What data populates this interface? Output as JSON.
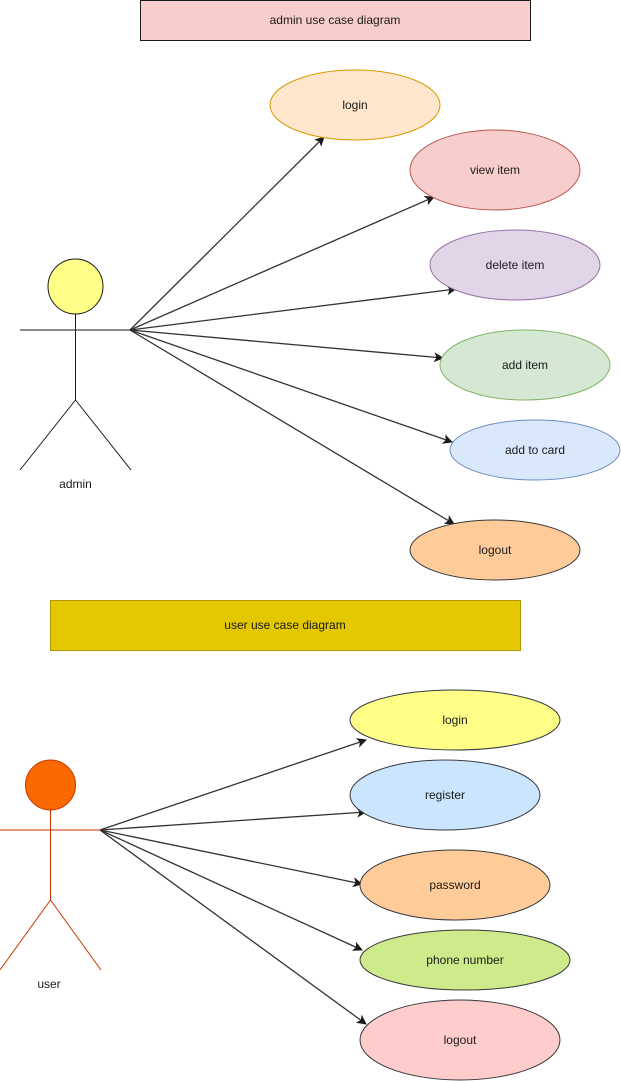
{
  "admin_section": {
    "title": "admin use case diagram",
    "title_fill": "#f8cecc",
    "actor": {
      "label": "admin",
      "head_fill": "#ffff88",
      "stroke": "#1a1a1a"
    },
    "use_cases": [
      {
        "label": "login",
        "fill": "#ffe6cc",
        "stroke": "#d79b00"
      },
      {
        "label": "view item",
        "fill": "#f8cecc",
        "stroke": "#b85450"
      },
      {
        "label": "delete item",
        "fill": "#e1d5e7",
        "stroke": "#9673a6"
      },
      {
        "label": "add item",
        "fill": "#d5e8d4",
        "stroke": "#82b366"
      },
      {
        "label": "add to card",
        "fill": "#dae8fc",
        "stroke": "#6c8ebf"
      },
      {
        "label": "logout",
        "fill": "#ffcc99",
        "stroke": "#36393d"
      }
    ]
  },
  "user_section": {
    "title": "user use case diagram",
    "title_fill": "#e3c800",
    "actor": {
      "label": "user",
      "head_fill": "#fa6800",
      "stroke": "#c73500"
    },
    "use_cases": [
      {
        "label": "login",
        "fill": "#ffff88",
        "stroke": "#36393d"
      },
      {
        "label": "register",
        "fill": "#cce5ff",
        "stroke": "#36393d"
      },
      {
        "label": "password",
        "fill": "#ffcc99",
        "stroke": "#36393d"
      },
      {
        "label": "phone number",
        "fill": "#cdeb8b",
        "stroke": "#36393d"
      },
      {
        "label": "logout",
        "fill": "#ffcccc",
        "stroke": "#36393d"
      }
    ]
  }
}
